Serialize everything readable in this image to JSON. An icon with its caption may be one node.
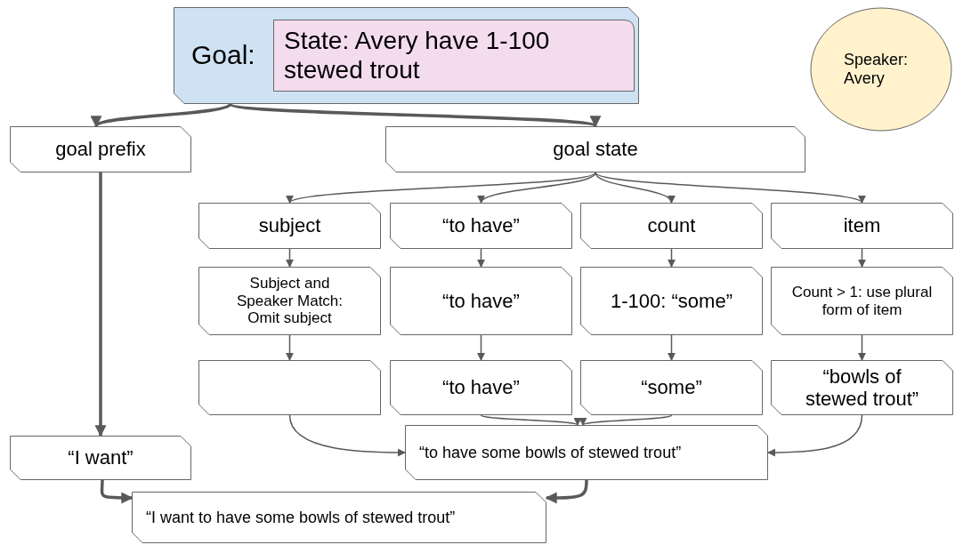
{
  "diagram": {
    "nodes": [
      {
        "text": [
          "Goal:"
        ]
      },
      {
        "text": [
          "State: Avery have 1-100 stewed trout"
        ],
        "in": 0
      },
      {
        "text": [
          "Speaker: Avery"
        ]
      },
      {
        "text": [
          "goal prefix"
        ]
      },
      {
        "text": [
          "goal state"
        ]
      },
      {
        "text": [
          "subject"
        ]
      },
      {
        "text": [
          "“to have”"
        ]
      },
      {
        "text": [
          "count"
        ]
      },
      {
        "text": [
          "item"
        ]
      },
      {
        "text": [
          "Subject and Speaker Match: Omit subject"
        ]
      },
      {
        "text": [
          "“to have”"
        ]
      },
      {
        "text": [
          "1-100: “some”"
        ]
      },
      {
        "text": [
          "Count > 1: use plural form of item"
        ]
      },
      {
        "text": [],
        "shape": "box"
      },
      {
        "text": [
          "“to have”"
        ]
      },
      {
        "text": [
          "“some”"
        ]
      },
      {
        "text": [
          "“bowls of stewed trout”"
        ]
      },
      {
        "text": [
          "“I want”"
        ]
      },
      {
        "text": [
          "“to have some bowls of stewed trout”"
        ]
      },
      {
        "text": [
          "“I want to have some bowls of stewed trout”"
        ]
      }
    ],
    "edges": [
      {
        "from": 0,
        "to": 3,
        "arrow": "to",
        "style": "thick"
      },
      {
        "from": 0,
        "to": 4,
        "arrow": "to",
        "style": "thick"
      },
      {
        "from": 4,
        "to": 5,
        "arrow": "to"
      },
      {
        "from": 4,
        "to": 6,
        "arrow": "to"
      },
      {
        "from": 4,
        "to": 7,
        "arrow": "to"
      },
      {
        "from": 4,
        "to": 8,
        "arrow": "to"
      },
      {
        "from": 5,
        "to": 9,
        "arrow": "to"
      },
      {
        "from": 6,
        "to": 10,
        "arrow": "to"
      },
      {
        "from": 7,
        "to": 11,
        "arrow": "to"
      },
      {
        "from": 8,
        "to": 12,
        "arrow": "to"
      },
      {
        "from": 9,
        "to": 13,
        "arrow": "to"
      },
      {
        "from": 10,
        "to": 14,
        "arrow": "to"
      },
      {
        "from": 11,
        "to": 15,
        "arrow": "to"
      },
      {
        "from": 12,
        "to": 16,
        "arrow": "to"
      },
      {
        "from": 13,
        "to": 18,
        "arrow": "to"
      },
      {
        "from": 14,
        "to": 18,
        "arrow": "to"
      },
      {
        "from": 15,
        "to": 18,
        "arrow": "to"
      },
      {
        "from": 16,
        "to": 18,
        "arrow": "to"
      },
      {
        "from": 3,
        "to": 17,
        "arrow": "to",
        "style": "thick"
      },
      {
        "from": 17,
        "to": 19,
        "arrow": "to",
        "style": "thick"
      },
      {
        "from": 18,
        "to": 19,
        "arrow": "to",
        "style": "thick"
      }
    ]
  }
}
